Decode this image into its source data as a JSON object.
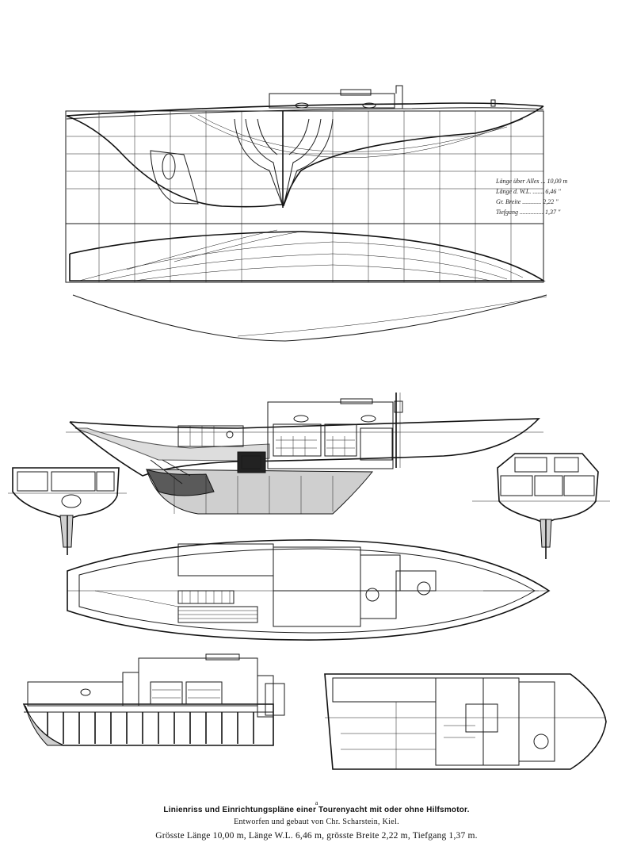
{
  "plate": {
    "marker": "a",
    "title": "Linienriss und Einrichtungspläne einer Tourenyacht mit oder ohne Hilfsmotor.",
    "credit": "Entworfen und gebaut von Chr. Scharstein, Kiel.",
    "dimensions": "Grösste Länge 10,00 m, Länge W.L. 6,46 m, grösste Breite 2,22 m, Tiefgang 1,37 m."
  },
  "dimension_table": [
    "Länge über Alles ... 10,00 m",
    "Länge d. W.L. ....... 6,46 \"",
    "Gr. Breite ............ 2,22 \"",
    "Tiefgang ............... 1,37 \""
  ]
}
